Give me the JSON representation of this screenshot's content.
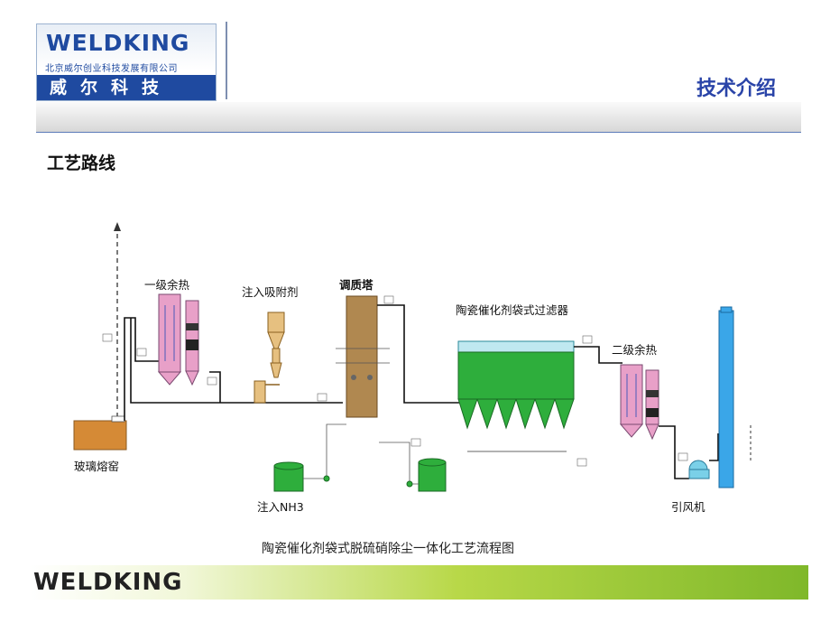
{
  "header": {
    "logo_word": "WELDKING",
    "logo_company": "北京威尔创业科技发展有限公司",
    "logo_cn": "威尔科技",
    "section_title": "技术介绍"
  },
  "subtitle": "工艺路线",
  "diagram": {
    "labels": {
      "boiler1": "一级余热",
      "sorbent": "注入吸附剂",
      "tower": "调质塔",
      "filter": "陶瓷催化剂袋式过滤器",
      "boiler2": "二级余热",
      "kiln": "玻璃熔窑",
      "nh3": "注入NH3",
      "fan": "引风机"
    }
  },
  "caption": "陶瓷催化剂袋式脱硫硝除尘一体化工艺流程图",
  "footer": {
    "logo_word": "WELDKING"
  },
  "colors": {
    "brand_blue": "#1f4aa0",
    "title_blue": "#2a44a8",
    "boiler_pink": "#e8a0c8",
    "tower_brown": "#b08850",
    "filter_green": "#2eae3c",
    "stack_blue": "#3aa6e8",
    "kiln_orange": "#d58a36",
    "footer_green": "#7fb82a"
  }
}
